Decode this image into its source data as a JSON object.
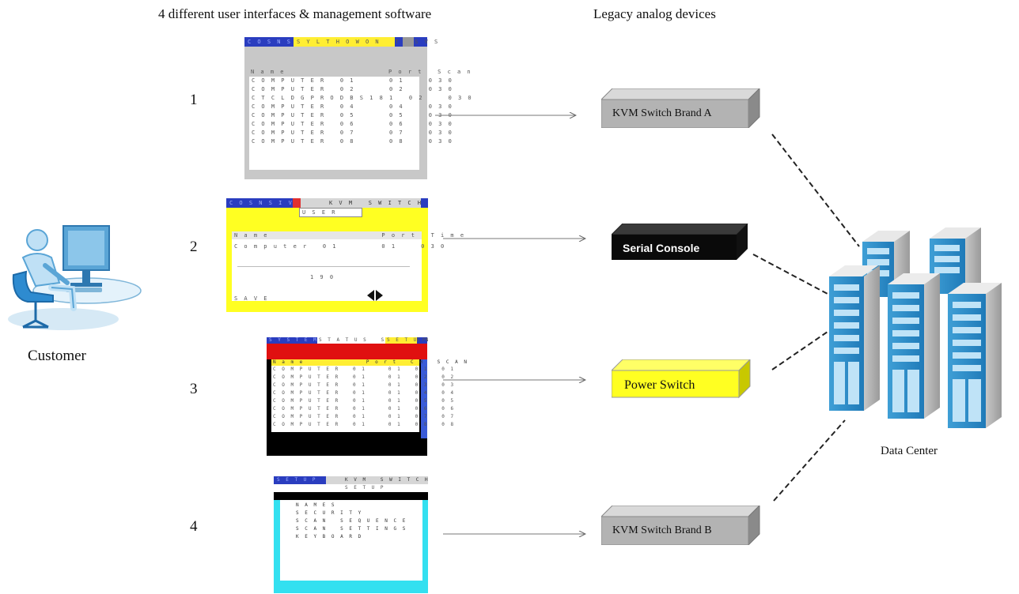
{
  "headers": {
    "interfaces": "4 different user interfaces & management software",
    "legacy": "Legacy analog devices"
  },
  "customer_label": "Customer",
  "datacenter_label": "Data Center",
  "numbers": [
    "1",
    "2",
    "3",
    "4"
  ],
  "devices": {
    "kvm_a": "KVM Switch Brand A",
    "serial": "Serial Console",
    "power": "Power Switch",
    "kvm_b": "KVM Switch Brand B"
  },
  "screen1": {
    "title_left": "C O S N S I V",
    "title_right": "S Y L T H O W O N   T O S V S",
    "cols": "N a m e                     P o r t   S c a n",
    "rows": [
      "C O M P U T E R   0 1       0 1     0 3 0",
      "C O M P U T E R   0 2       0 2     0 3 0",
      "C T C L D G P R O D B S 1 8 1   0 2     0 3 0",
      "C O M P U T E R   0 4       0 4     0 3 0",
      "C O M P U T E R   0 5       0 5     0 3 0",
      "C O M P U T E R   0 6       0 6     0 3 0",
      "C O M P U T E R   0 7       0 7     0 3 0",
      "C O M P U T E R   0 8       0 8     0 3 0"
    ]
  },
  "screen2": {
    "title_left": "C O S N S I V",
    "title_right": "K V M   S W I T C H",
    "user": "U S E R",
    "cols": "N a m e                       P o r t   T i m e",
    "row": "C o m p u t e r   0 1         0 1     0 3 0",
    "mid": "1 9 0",
    "save": "S A V E"
  },
  "screen3": {
    "title_left": "S Y S T E M",
    "title_mid": "S T A T U S   S C R E E N",
    "title_right": "S E T U P",
    "cols": "N a m e              P o r t   C H   S C A N",
    "rows": [
      "C O M P U T E R   0 1     0 1   0 1   0 1",
      "C O M P U T E R   0 1     0 1   0 2   0 2",
      "C O M P U T E R   0 1     0 1   0 3   0 3",
      "C O M P U T E R   0 1     0 1   0 4   0 4",
      "C O M P U T E R   0 1     0 1   0 5   0 5",
      "C O M P U T E R   0 1     0 1   0 6   0 6",
      "C O M P U T E R   0 1     0 1   0 7   0 7",
      "C O M P U T E R   0 1     0 1   0 8   0 8"
    ]
  },
  "screen4": {
    "title_left": "S E T U P",
    "title_right": "K V M   S W I T C H",
    "sub": "S E T U P",
    "rows": [
      "N A M E S",
      "S E C U R I T Y",
      "S C A N   S E Q U E N C E",
      "S C A N   S E T T I N G S",
      "K E Y B O A R D"
    ]
  }
}
